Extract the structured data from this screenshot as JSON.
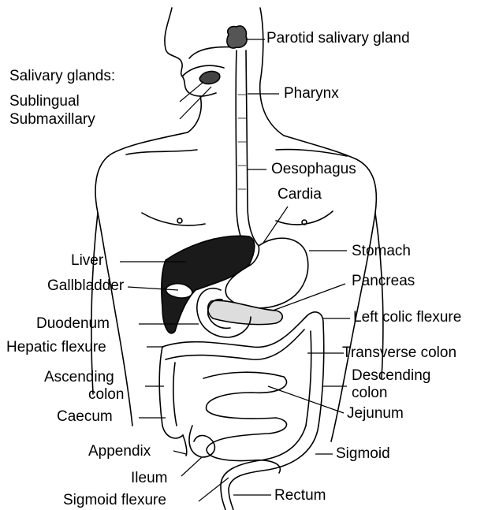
{
  "labels": {
    "parotid": "Parotid salivary gland",
    "salivary_glands": "Salivary glands:",
    "sublingual": "Sublingual",
    "submaxillary": "Submaxillary",
    "pharynx": "Pharynx",
    "oesophagus": "Oesophagus",
    "cardia": "Cardia",
    "liver": "Liver",
    "stomach": "Stomach",
    "gallbladder": "Gallbladder",
    "pancreas": "Pancreas",
    "duodenum": "Duodenum",
    "left_colic_flexure": "Left colic flexure",
    "hepatic_flexure": "Hepatic flexure",
    "transverse_colon": "Transverse colon",
    "ascending": "Ascending",
    "ascending_colon": "colon",
    "descending": "Descending",
    "descending_colon": "colon",
    "caecum": "Caecum",
    "jejunum": "Jejunum",
    "appendix": "Appendix",
    "sigmoid": "Sigmoid",
    "ileum": "Ileum",
    "rectum": "Rectum",
    "sigmoid_flexure": "Sigmoid flexure"
  },
  "colors": {
    "ink": "#000000",
    "organ_fill": "#ffffff",
    "liver_fill": "#1a1a1a"
  }
}
